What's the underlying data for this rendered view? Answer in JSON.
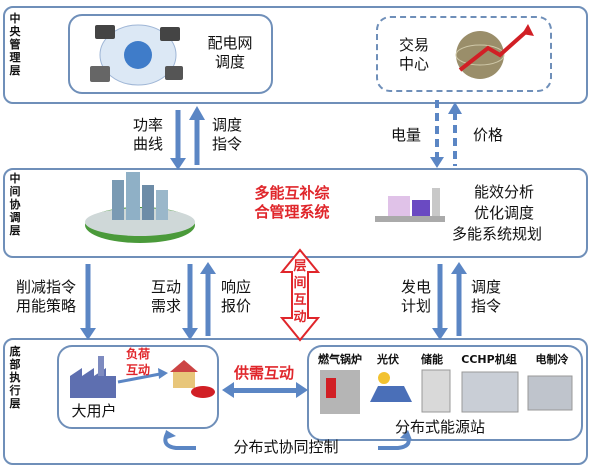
{
  "layers": {
    "top": {
      "label": "中央管理层"
    },
    "middle": {
      "label": "中间协调层"
    },
    "bottom": {
      "label": "底部执行层"
    }
  },
  "top_boxes": {
    "dispatch": {
      "line1": "配电网",
      "line2": "调度"
    },
    "trade": {
      "line1": "交易",
      "line2": "中心"
    }
  },
  "top_mid_arrows": {
    "power_curve": {
      "line1": "功率",
      "line2": "曲线"
    },
    "dispatch_cmd": {
      "line1": "调度",
      "line2": "指令"
    },
    "electricity": "电量",
    "price": "价格"
  },
  "middle": {
    "system_title": {
      "line1": "多能互补综",
      "line2": "合管理系统"
    },
    "functions": [
      "能效分析",
      "优化调度",
      "多能系统规划"
    ]
  },
  "mid_bottom_arrows": {
    "cut_cmd": {
      "line1": "削减指令",
      "line2": "用能策略"
    },
    "interact_demand": {
      "line1": "互动",
      "line2": "需求"
    },
    "response_price": {
      "line1": "响应",
      "line2": "报价"
    },
    "inter_layer": [
      "层",
      "间",
      "互",
      "动"
    ],
    "gen_plan": {
      "line1": "发电",
      "line2": "计划"
    },
    "dispatch_cmd": {
      "line1": "调度",
      "line2": "指令"
    }
  },
  "bottom": {
    "load_interaction": {
      "line1": "负荷",
      "line2": "互动"
    },
    "big_user": "大用户",
    "supply_demand": "供需互动",
    "devices": [
      "燃气锅炉",
      "光伏",
      "储能",
      "CCHP机组",
      "电制冷"
    ],
    "station": "分布式能源站",
    "coop_control": "分布式协同控制"
  },
  "colors": {
    "border": "#6f8fb9",
    "accent_red": "#e0262b",
    "arrow_blue": "#5b86c4"
  }
}
